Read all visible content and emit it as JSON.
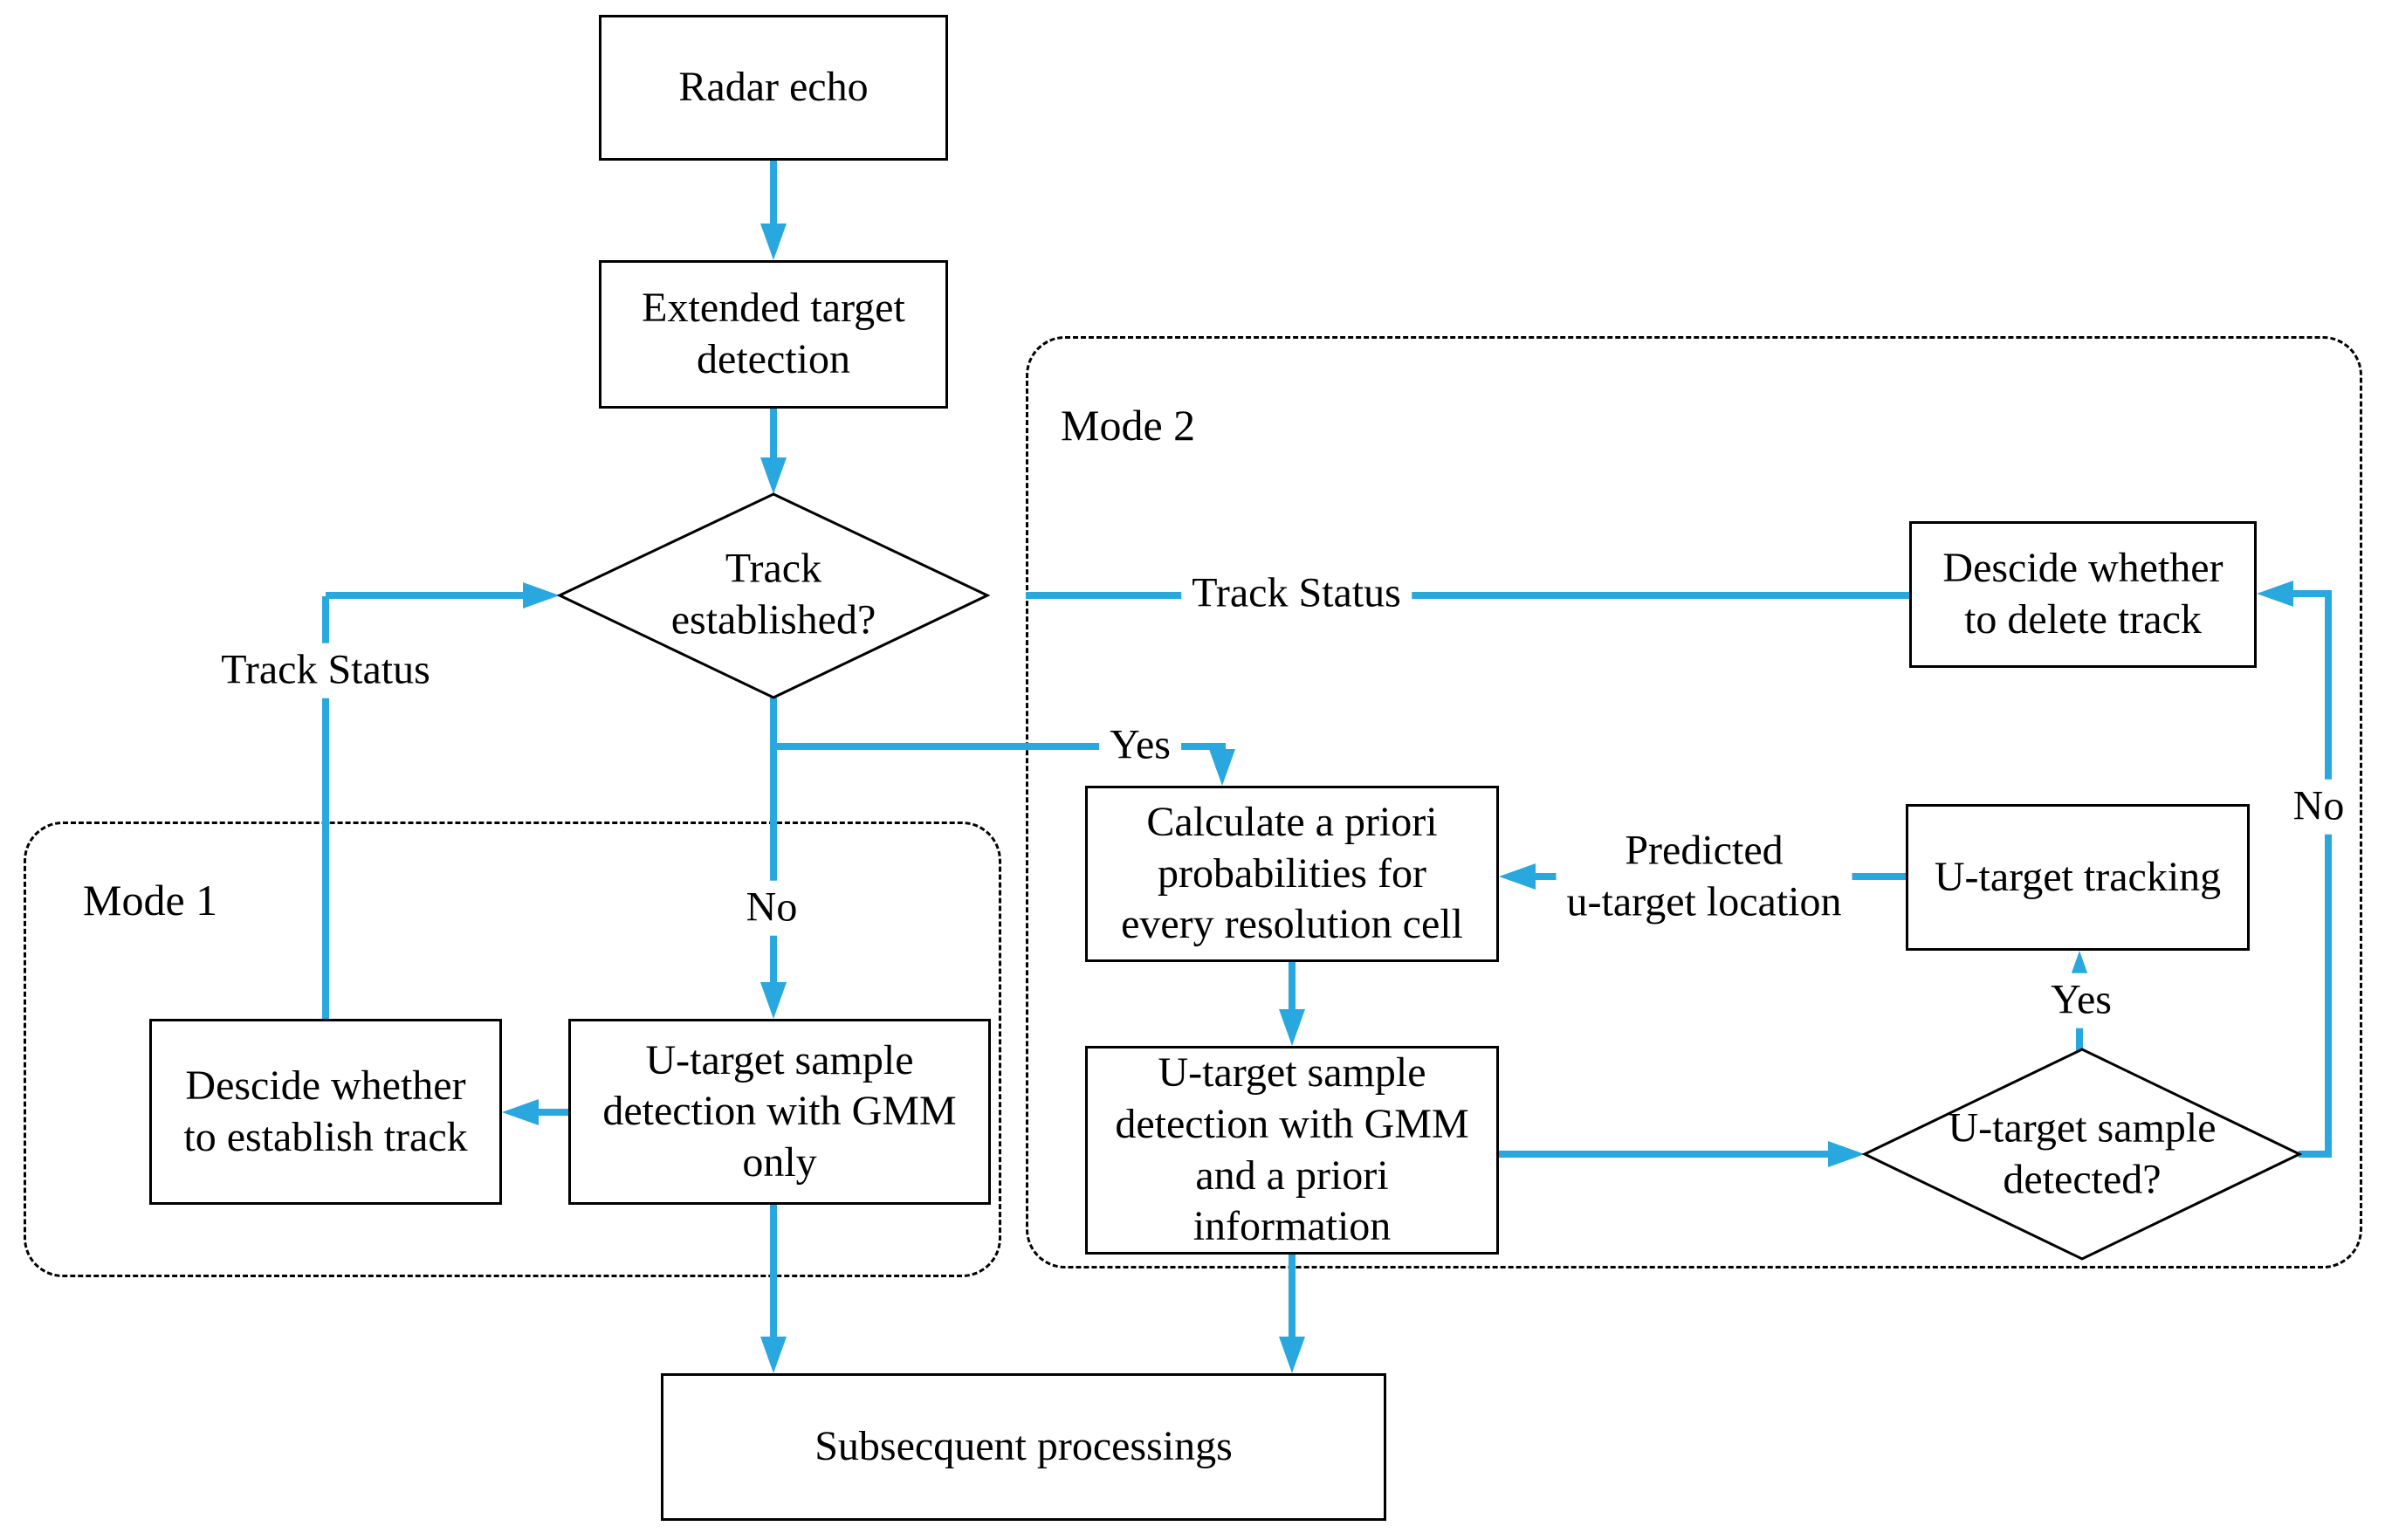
{
  "colors": {
    "arrow": "#29a8df",
    "line": "#000000",
    "background": "#ffffff",
    "text": "#000000"
  },
  "nodes": {
    "radar_echo": {
      "label": "Radar echo"
    },
    "extended_detection": {
      "label": "Extended target\ndetection"
    },
    "track_established": {
      "label": "Track\nestablished?"
    },
    "decide_establish": {
      "label": "Descide whether\nto establish track"
    },
    "gmm_only": {
      "label": "U-target sample\ndetection with GMM\nonly"
    },
    "decide_delete": {
      "label": "Descide whether\nto delete track"
    },
    "calc_priori": {
      "label": "Calculate a priori\nprobabilities for\nevery resolution cell"
    },
    "u_target_tracking": {
      "label": "U-target tracking"
    },
    "gmm_priori": {
      "label": "U-target sample\ndetection with GMM\nand a priori\ninformation"
    },
    "sample_detected": {
      "label": "U-target sample\ndetected?"
    },
    "subsequent": {
      "label": "Subsecquent processings"
    }
  },
  "regions": {
    "mode1": {
      "label": "Mode 1"
    },
    "mode2": {
      "label": "Mode 2"
    }
  },
  "edge_labels": {
    "track_status_left": "Track Status",
    "track_status_right": "Track Status",
    "yes_established": "Yes",
    "no_established": "No",
    "predicted_location": "Predicted\nu-target location",
    "yes_detected": "Yes",
    "no_detected": "No"
  }
}
